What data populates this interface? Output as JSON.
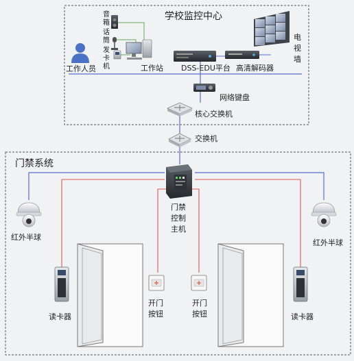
{
  "center": {
    "title": "学校监控中心",
    "staff": "工作人员",
    "workstation": "工作站",
    "speaker": "音箱",
    "mic": "话筒",
    "card_issuer": "发卡机",
    "platform": "DSS-EDU平台",
    "decoder": "高清解码器",
    "video_wall": "电视墙",
    "keyboard": "网络键盘",
    "core_switch": "核心交换机"
  },
  "switch": "交换机",
  "access": {
    "title": "门禁系统",
    "controller": [
      "门禁",
      "控制",
      "主机"
    ],
    "camera_left": "红外半球",
    "camera_right": "红外半球",
    "reader_left": "读卡器",
    "reader_right": "读卡器",
    "exit_button_left": [
      "开门",
      "按钮"
    ],
    "exit_button_right": [
      "开门",
      "按钮"
    ]
  },
  "colors": {
    "network": "#5a6cd6",
    "control": "#e05a4e",
    "control_green": "#63a85a",
    "border": "#555555"
  }
}
